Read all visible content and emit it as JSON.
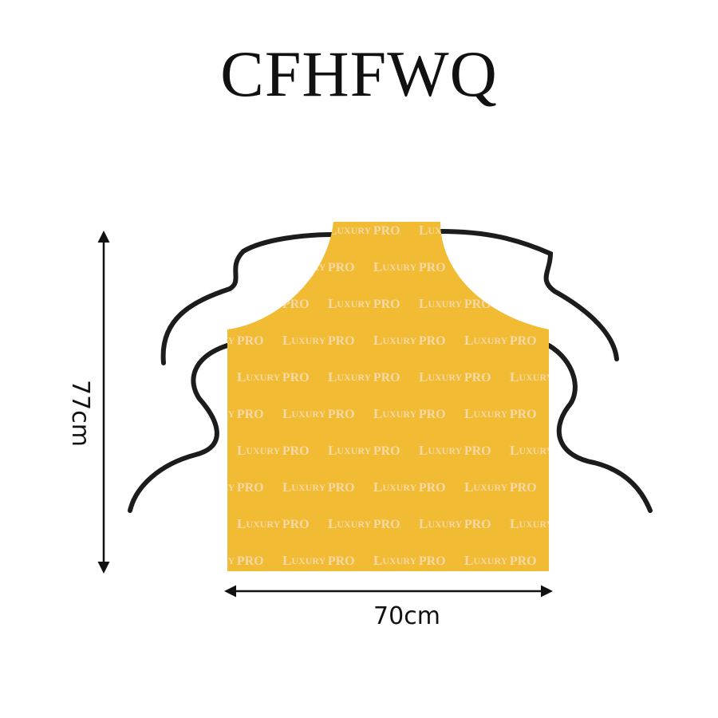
{
  "title": "CFHFWQ",
  "product": {
    "pattern_text": {
      "prefix": "L",
      "middle": "UXURY",
      "suffix": "PRO"
    },
    "apron_color": "#F1BB34",
    "strap_color": "#1c1c1c",
    "pattern_color": "#F6D9A6"
  },
  "dimensions": {
    "height_label": "77cm",
    "width_label": "70cm"
  }
}
